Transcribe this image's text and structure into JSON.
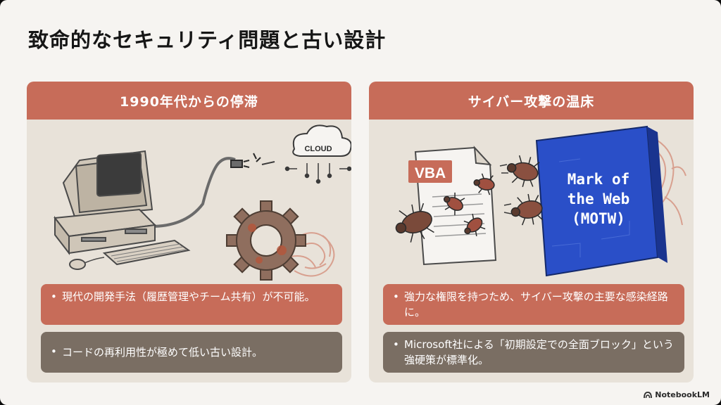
{
  "slide": {
    "title": "致命的なセキュリティ問題と古い設計"
  },
  "left_card": {
    "header": "1990年代からの停滞",
    "illustration": {
      "cloud_label": "CLOUD",
      "icons": [
        "retro-computer-icon",
        "cloud-icon",
        "rusty-gear-icon",
        "brain-icon",
        "unplugged-cable-icon"
      ]
    },
    "bullets": [
      "現代の開発手法（履歴管理やチーム共有）が不可能。",
      "コードの再利用性が極めて低い古い設計。"
    ]
  },
  "right_card": {
    "header": "サイバー攻撃の温床",
    "illustration": {
      "document_label": "VBA",
      "shield_text_line1": "Mark of",
      "shield_text_line2": "the Web",
      "shield_text_line3": "(MOTW)",
      "icons": [
        "document-icon",
        "bug-icon",
        "shield-wall-icon",
        "maze-icon"
      ]
    },
    "bullets": [
      "強力な権限を持つため、サイバー攻撃の主要な感染経路に。",
      "Microsoft社による「初期設定での全面ブロック」という強硬策が標準化。"
    ]
  },
  "footer": {
    "brand": "NotebookLM"
  },
  "colors": {
    "accent": "#c76c59",
    "card_bg": "#e8e2d9",
    "gray_bullet": "#7a6e63",
    "shield_blue": "#2a4fc8",
    "background": "#f6f4f1"
  }
}
